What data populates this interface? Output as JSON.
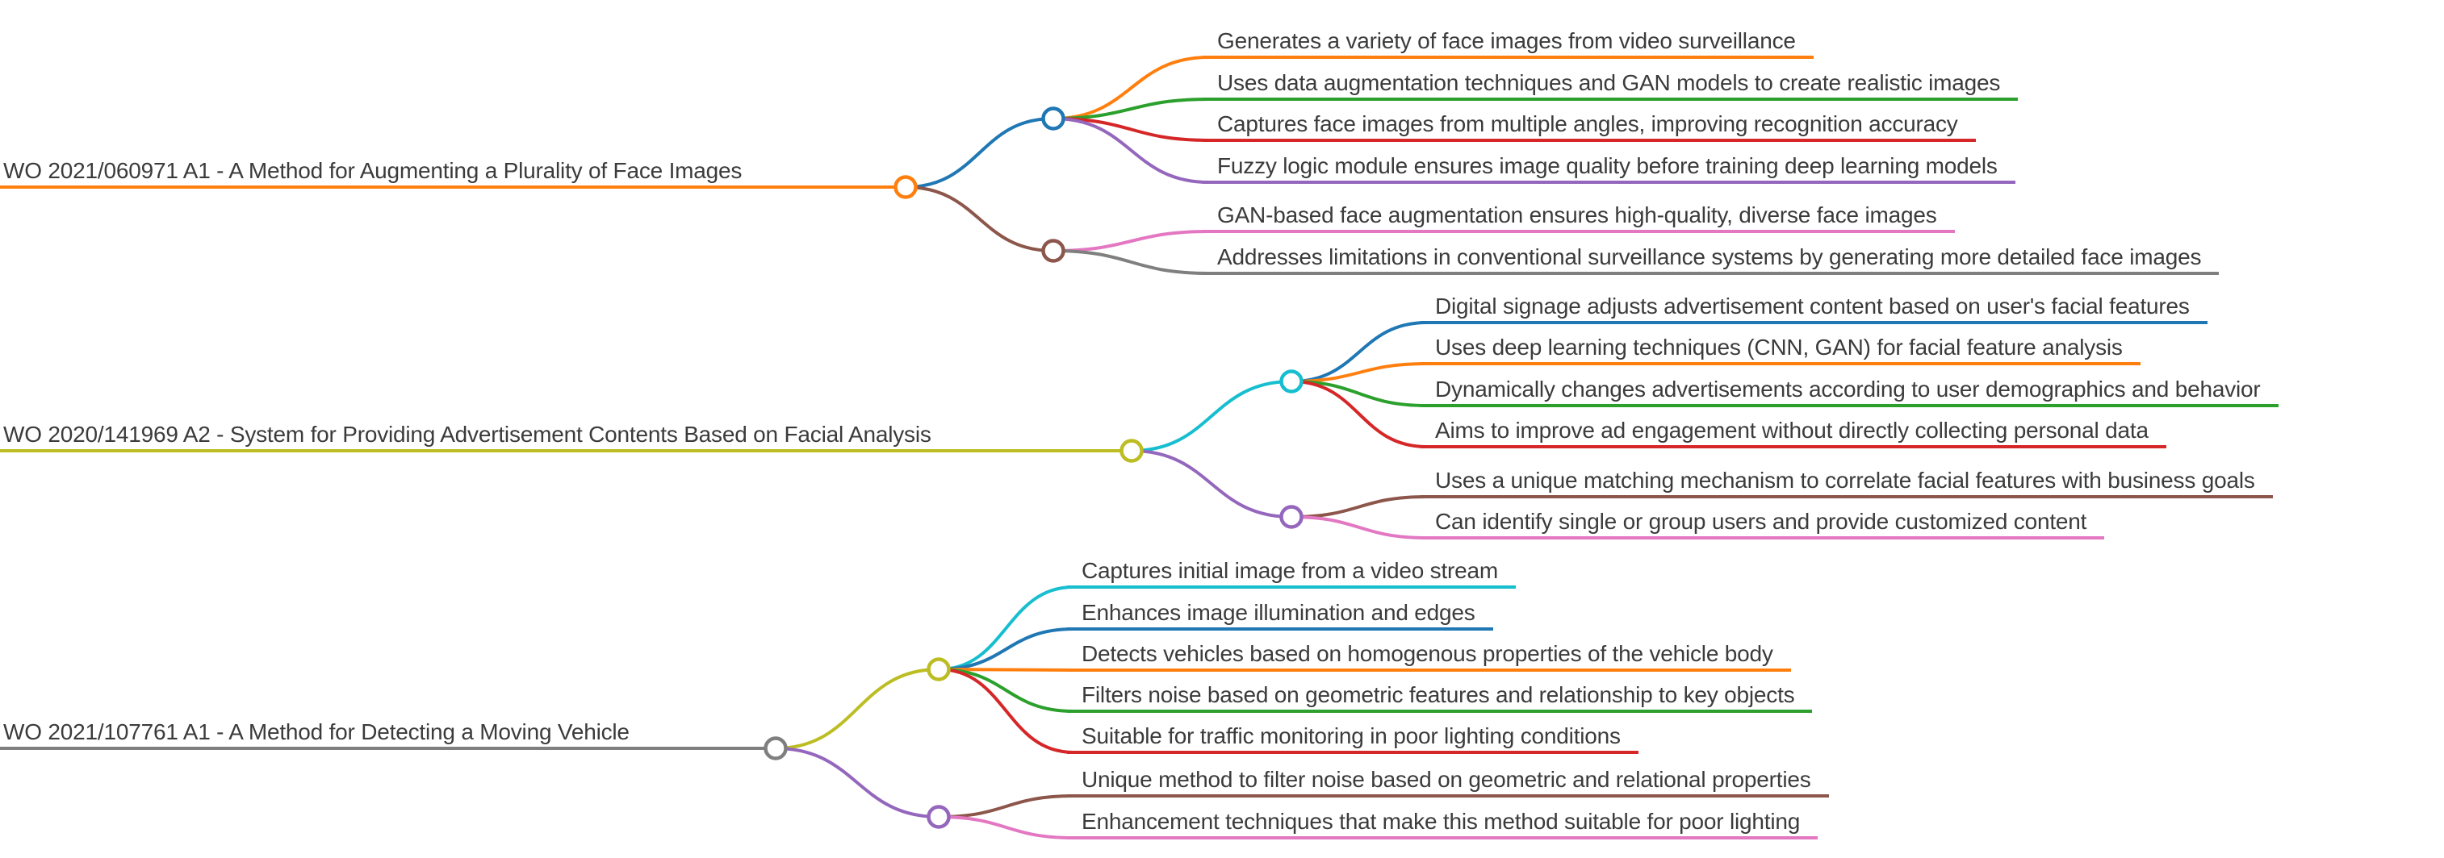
{
  "title": "Patent mind map",
  "palette": {
    "text": "#3b3b3b",
    "background": "#ffffff",
    "blue": "#1f77b4",
    "orange": "#ff7f0e",
    "green": "#2ca02c",
    "red": "#d62728",
    "purple": "#9467bd",
    "brown": "#8c564b",
    "pink": "#e377c2",
    "gray": "#7f7f7f",
    "olive": "#bcbd22",
    "cyan": "#17becf"
  },
  "trees": [
    {
      "root": {
        "text": "WO 2021/060971 A1 - A Method for Augmenting a Plurality of Face Images",
        "color": "#ff7f0e"
      },
      "branches": [
        {
          "color": "#1f77b4",
          "leaves": [
            {
              "text": "Generates a variety of face images from video surveillance",
              "color": "#ff7f0e"
            },
            {
              "text": "Uses data augmentation techniques and GAN models to create realistic images",
              "color": "#2ca02c"
            },
            {
              "text": "Captures face images from multiple angles, improving recognition accuracy",
              "color": "#d62728"
            },
            {
              "text": "Fuzzy logic module ensures image quality before training deep learning models",
              "color": "#9467bd"
            }
          ]
        },
        {
          "color": "#8c564b",
          "leaves": [
            {
              "text": "GAN-based face augmentation ensures high-quality, diverse face images",
              "color": "#e377c2"
            },
            {
              "text": "Addresses limitations in conventional surveillance systems by generating more detailed face images",
              "color": "#7f7f7f"
            }
          ]
        }
      ]
    },
    {
      "root": {
        "text": "WO 2020/141969 A2 - System for Providing Advertisement Contents Based on Facial Analysis",
        "color": "#bcbd22"
      },
      "branches": [
        {
          "color": "#17becf",
          "leaves": [
            {
              "text": "Digital signage adjusts advertisement content based on user's facial features",
              "color": "#1f77b4"
            },
            {
              "text": "Uses deep learning techniques (CNN, GAN) for facial feature analysis",
              "color": "#ff7f0e"
            },
            {
              "text": "Dynamically changes advertisements according to user demographics and behavior",
              "color": "#2ca02c"
            },
            {
              "text": "Aims to improve ad engagement without directly collecting personal data",
              "color": "#d62728"
            }
          ]
        },
        {
          "color": "#9467bd",
          "leaves": [
            {
              "text": "Uses a unique matching mechanism to correlate facial features with business goals",
              "color": "#8c564b"
            },
            {
              "text": "Can identify single or group users and provide customized content",
              "color": "#e377c2"
            }
          ]
        }
      ]
    },
    {
      "root": {
        "text": "WO 2021/107761 A1 - A Method for Detecting a Moving Vehicle",
        "color": "#7f7f7f"
      },
      "branches": [
        {
          "color": "#bcbd22",
          "leaves": [
            {
              "text": "Captures initial image from a video stream",
              "color": "#17becf"
            },
            {
              "text": "Enhances image illumination and edges",
              "color": "#1f77b4"
            },
            {
              "text": "Detects vehicles based on homogenous properties of the vehicle body",
              "color": "#ff7f0e"
            },
            {
              "text": "Filters noise based on geometric features and relationship to key objects",
              "color": "#2ca02c"
            },
            {
              "text": "Suitable for traffic monitoring in poor lighting conditions",
              "color": "#d62728"
            }
          ]
        },
        {
          "color": "#9467bd",
          "leaves": [
            {
              "text": "Unique method to filter noise based on geometric and relational properties",
              "color": "#8c564b"
            },
            {
              "text": "Enhancement techniques that make this method suitable for poor lighting",
              "color": "#e377c2"
            }
          ]
        }
      ]
    }
  ]
}
